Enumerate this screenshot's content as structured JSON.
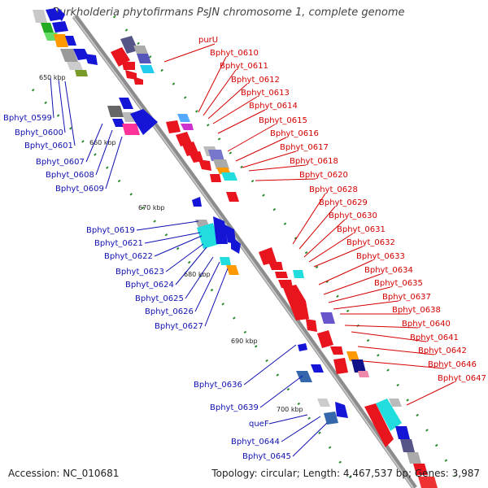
{
  "title": "Burkholderia phytofirmans PsJN chromosome 1, complete genome",
  "footer": {
    "accession": "Accession: NC_010681",
    "summary": "Topology: circular; Length: 4,467,537 bp; Genes: 3,987"
  },
  "ticks": [
    "650 kbp",
    "660 kbp",
    "670 kbp",
    "680 kbp",
    "690 kbp",
    "700 kbp"
  ],
  "genes_right": [
    "purU",
    "Bphyt_0610",
    "Bphyt_0611",
    "Bphyt_0612",
    "Bphyt_0613",
    "Bphyt_0614",
    "Bphyt_0615",
    "Bphyt_0616",
    "Bphyt_0617",
    "Bphyt_0618",
    "Bphyt_0620",
    "Bphyt_0628",
    "Bphyt_0629",
    "Bphyt_0630",
    "Bphyt_0631",
    "Bphyt_0632",
    "Bphyt_0633",
    "Bphyt_0634",
    "Bphyt_0635",
    "Bphyt_0637",
    "Bphyt_0638",
    "Bphyt_0640",
    "Bphyt_0641",
    "Bphyt_0642",
    "Bphyt_0646",
    "Bphyt_0647"
  ],
  "genes_left": [
    "Bphyt_0599",
    "Bphyt_0600",
    "Bphyt_0601",
    "Bphyt_0607",
    "Bphyt_0608",
    "Bphyt_0609",
    "Bphyt_0619",
    "Bphyt_0621",
    "Bphyt_0622",
    "Bphyt_0623",
    "Bphyt_0624",
    "Bphyt_0625",
    "Bphyt_0626",
    "Bphyt_0627",
    "Bphyt_0636",
    "Bphyt_0639",
    "queF",
    "Bphyt_0644",
    "Bphyt_0645"
  ],
  "colors": {
    "forward_strand": "#e8141e",
    "reverse_strand": "#1515d8",
    "backbone": "#8a8a8a",
    "right_label": "#d40000",
    "left_label": "#1010b0",
    "tick_text": "#222222"
  }
}
